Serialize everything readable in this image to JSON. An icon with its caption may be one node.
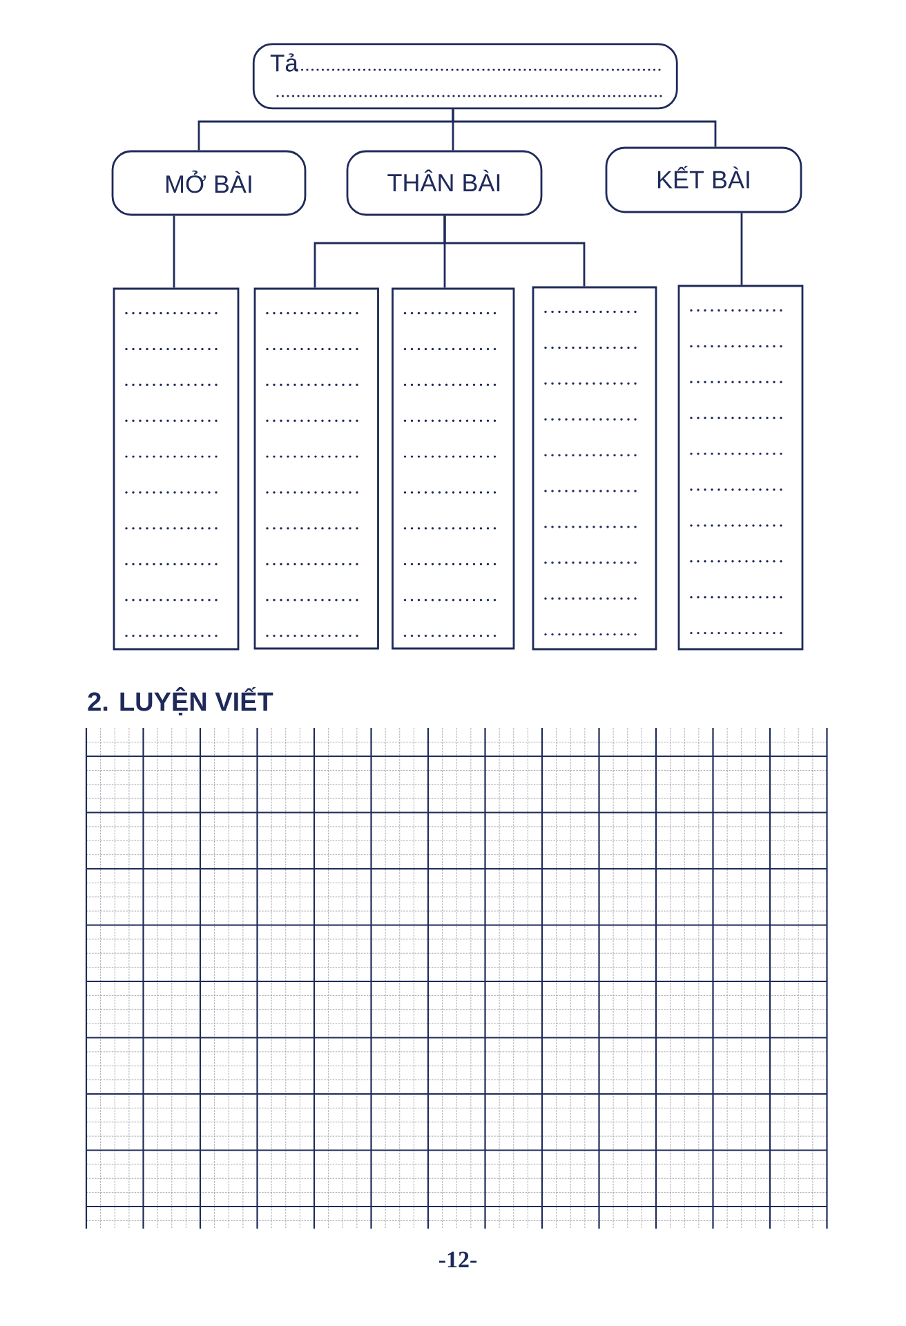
{
  "diagram": {
    "nodes": [
      {
        "text": [
          "Tả"
        ]
      },
      {
        "text": [
          "MỞ BÀI"
        ]
      },
      {
        "text": [
          "THÂN BÀI"
        ]
      },
      {
        "text": [
          "KẾT BÀI"
        ]
      },
      {
        "text": [],
        "shape": "box"
      },
      {
        "text": [],
        "shape": "box"
      },
      {
        "text": [],
        "shape": "box"
      },
      {
        "text": [],
        "shape": "box"
      },
      {
        "text": [],
        "shape": "box"
      }
    ],
    "edges": [
      {
        "from": 0,
        "to": 1,
        "arrow": "none"
      },
      {
        "from": 0,
        "to": 2,
        "arrow": "none"
      },
      {
        "from": 0,
        "to": 3,
        "arrow": "none"
      },
      {
        "from": 1,
        "to": 4,
        "arrow": "none"
      },
      {
        "from": 2,
        "to": 5,
        "arrow": "none"
      },
      {
        "from": 2,
        "to": 6,
        "arrow": "none"
      },
      {
        "from": 2,
        "to": 7,
        "arrow": "none"
      },
      {
        "from": 3,
        "to": 8,
        "arrow": "none"
      }
    ],
    "labels": [
      "2. LUYỆN VIẾT",
      "-12-"
    ]
  }
}
